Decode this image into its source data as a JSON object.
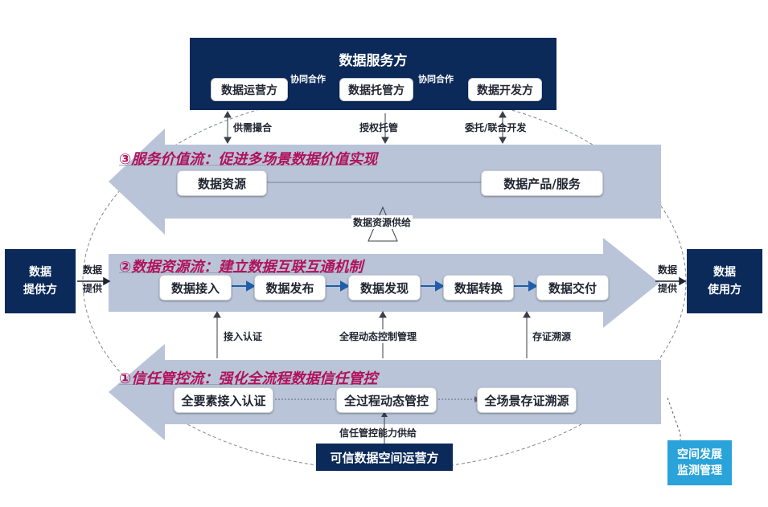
{
  "service_provider": {
    "title": "数据服务方",
    "operator": "数据运营方",
    "custodian": "数据托管方",
    "developer": "数据开发方",
    "coop_left": "协同合作",
    "coop_right": "协同合作"
  },
  "links_top": {
    "supply_demand": "供需撮合",
    "authorized_custody": "授权托管",
    "joint_dev": "委托/联合开发"
  },
  "service_flow": {
    "title": "③服务价值流：促进多场景数据价值实现",
    "resource": "数据资源",
    "product": "数据产品/服务",
    "supply": "数据资源供给"
  },
  "resource_flow": {
    "title": "②数据资源流：建立数据互联互通机制",
    "steps": [
      "数据接入",
      "数据发布",
      "数据发现",
      "数据转换",
      "数据交付"
    ],
    "access_auth": "接入认证",
    "full_control": "全程动态控制管理",
    "trace": "存证溯源"
  },
  "trust_flow": {
    "title": "①信任管控流：强化全流程数据信任管控",
    "element_auth": "全要素接入认证",
    "process_control": "全过程动态管控",
    "scene_trace": "全场景存证溯源",
    "capability": "信任管控能力供给"
  },
  "provider": {
    "line1": "数据",
    "line2": "提供方",
    "arrow_label1": "数据",
    "arrow_label2": "提供"
  },
  "user": {
    "line1": "数据",
    "line2": "使用方",
    "arrow_label1": "数据",
    "arrow_label2": "提供"
  },
  "operator_bottom": "可信数据空间运营方",
  "monitor": {
    "line1": "空间发展",
    "line2": "监测管理"
  },
  "colors": {
    "navy": "#0b2a5a",
    "band": "#b9c4d8",
    "accent": "#b0125b",
    "monitor": "#29a3d9"
  }
}
